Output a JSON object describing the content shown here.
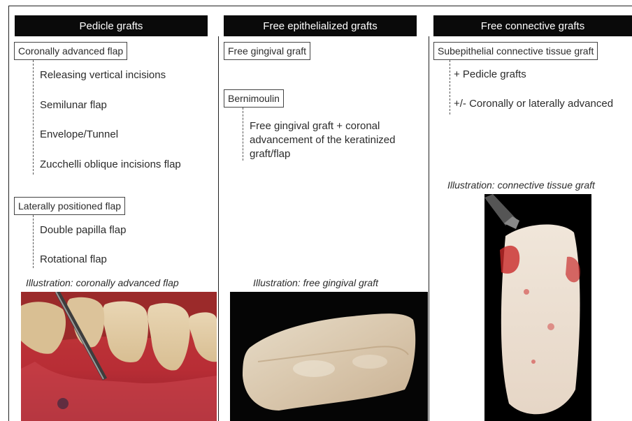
{
  "columns": [
    {
      "header": "Pedicle grafts",
      "boxes": [
        {
          "label": "Coronally advanced flap",
          "items": [
            "Releasing vertical incisions",
            "Semilunar flap",
            "Envelope/Tunnel",
            "Zucchelli oblique incisions flap"
          ]
        },
        {
          "label": "Laterally positioned flap",
          "items": [
            "Double papilla flap",
            "Rotational flap"
          ]
        }
      ],
      "caption": "Illustration: coronally advanced flap"
    },
    {
      "header": "Free epithelialized grafts",
      "boxes": [
        {
          "label": "Free gingival graft",
          "items": []
        },
        {
          "label": "Bernimoulin",
          "description": "Free gingival graft + coronal advancement of the keratinized graft/flap"
        }
      ],
      "caption": "Illustration: free gingival graft"
    },
    {
      "header": "Free connective grafts",
      "boxes": [
        {
          "label": "Subepithelial connective tissue graft",
          "items": [
            "+ Pedicle grafts",
            "+/- Coronally or laterally advanced"
          ]
        }
      ],
      "caption": "Illustration: connective tissue graft"
    }
  ],
  "icons": {
    "photo1": "gingiva-photo-icon",
    "photo2": "free-gingival-graft-photo-icon",
    "photo3": "connective-tissue-graft-photo-icon"
  }
}
